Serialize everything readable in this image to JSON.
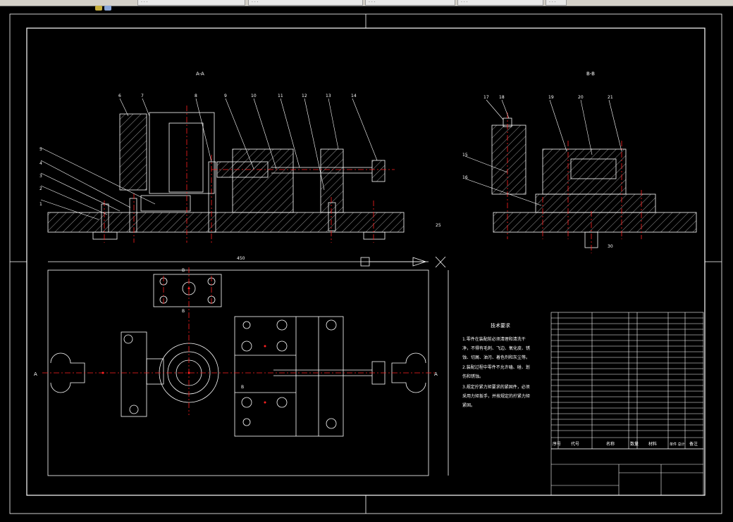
{
  "tabs": [
    {
      "label": "· · ·"
    },
    {
      "label": "· · ·"
    },
    {
      "label": "· · ·"
    },
    {
      "label": "· · ·"
    },
    {
      "label": "· · ·"
    }
  ],
  "sections": {
    "a": "A-A",
    "b": "B-B"
  },
  "balloons_a": [
    "1",
    "2",
    "3",
    "4",
    "5",
    "6",
    "7",
    "8",
    "9",
    "10",
    "11",
    "12",
    "13",
    "14"
  ],
  "balloons_b": [
    "17",
    "18",
    "19",
    "20",
    "21",
    "15",
    "16"
  ],
  "dimensions": {
    "overall_length": "450",
    "height_a": "25",
    "height_b": "30"
  },
  "view_marks": {
    "a_left": "A",
    "a_right": "A",
    "b_top": "B",
    "b_bottom": "B",
    "b_mid": "B"
  },
  "tech_notes": {
    "title": "技术要求",
    "lines": [
      "1.零件在装配前必须清理和清洗干",
      "净，不得有毛刺、飞边、氧化皮、锈",
      "蚀、切屑、油污、着色剂和灰尘等。",
      "2.装配过程中零件不允许磕、碰、划",
      "伤和锈蚀。",
      "3.规定拧紧力矩要求的紧固件，必须",
      "采用力矩扳手，并按规定的拧紧力矩",
      "紧固。"
    ]
  },
  "bom_header": [
    "序号",
    "代号",
    "名称",
    "数量",
    "材料",
    "单件 总计",
    "备注"
  ],
  "colors": {
    "background": "#000000",
    "lines": "#ffffff",
    "center": "#ff2020",
    "dim": "#ffffff",
    "accent": "#00ffff"
  }
}
